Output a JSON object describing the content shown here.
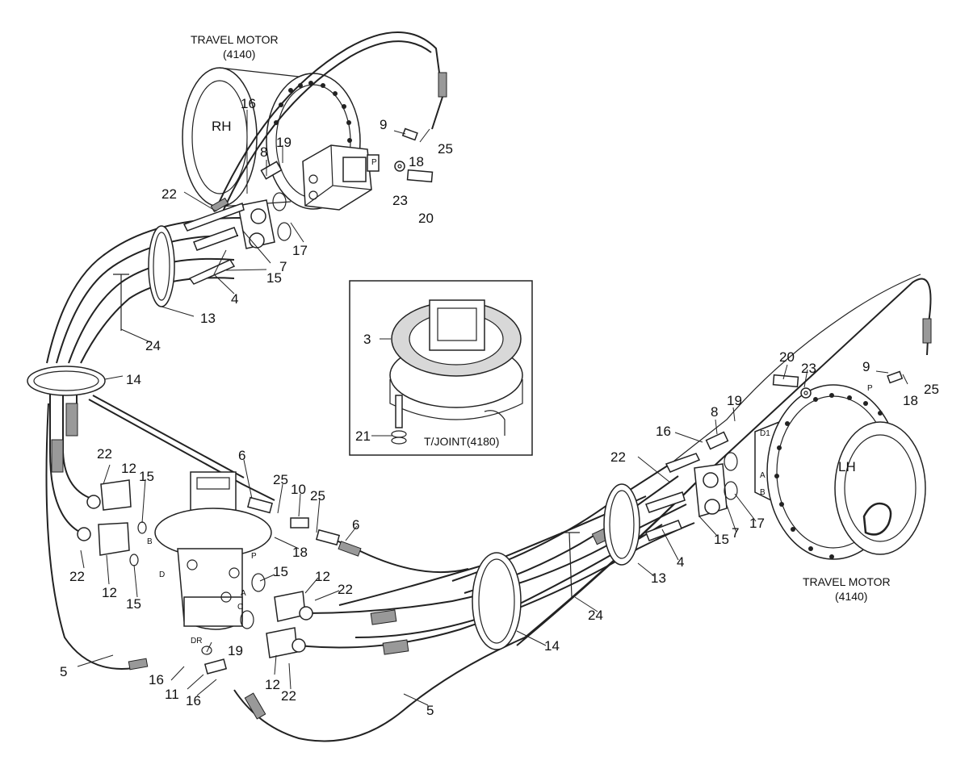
{
  "diagram": {
    "motor_rh": {
      "title": "TRAVEL MOTOR",
      "code": "(4140)",
      "side": "RH"
    },
    "motor_lh": {
      "title": "TRAVEL MOTOR",
      "code": "(4140)",
      "side": "LH"
    },
    "inset": {
      "caption": "T/JOINT(4180)"
    },
    "port_letters": {
      "p": "P",
      "a": "A",
      "b": "B",
      "c": "C",
      "d": "D",
      "dr": "DR",
      "d1": "D1"
    },
    "callouts": {
      "c3": "3",
      "c4a": "4",
      "c4b": "4",
      "c5a": "5",
      "c5b": "5",
      "c6a": "6",
      "c6b": "6",
      "c7a": "7",
      "c7b": "7",
      "c8a": "8",
      "c8b": "8",
      "c9a": "9",
      "c9b": "9",
      "c10": "10",
      "c11": "11",
      "c12a": "12",
      "c12b": "12",
      "c12c": "12",
      "c12d": "12",
      "c13a": "13",
      "c13b": "13",
      "c14a": "14",
      "c14b": "14",
      "c15a": "15",
      "c15b": "15",
      "c15c": "15",
      "c15d": "15",
      "c15e": "15",
      "c16a": "16",
      "c16b": "16",
      "c16c": "16",
      "c16d": "16",
      "c17a": "17",
      "c17b": "17",
      "c18a": "18",
      "c18b": "18",
      "c18c": "18",
      "c19a": "19",
      "c19b": "19",
      "c19c": "19",
      "c20a": "20",
      "c20b": "20",
      "c21": "21",
      "c22a": "22",
      "c22b": "22",
      "c22c": "22",
      "c22d": "22",
      "c22e": "22",
      "c22f": "22",
      "c23a": "23",
      "c23b": "23",
      "c24a": "24",
      "c24b": "24",
      "c25a": "25",
      "c25b": "25",
      "c25c": "25",
      "c25d": "25"
    }
  }
}
